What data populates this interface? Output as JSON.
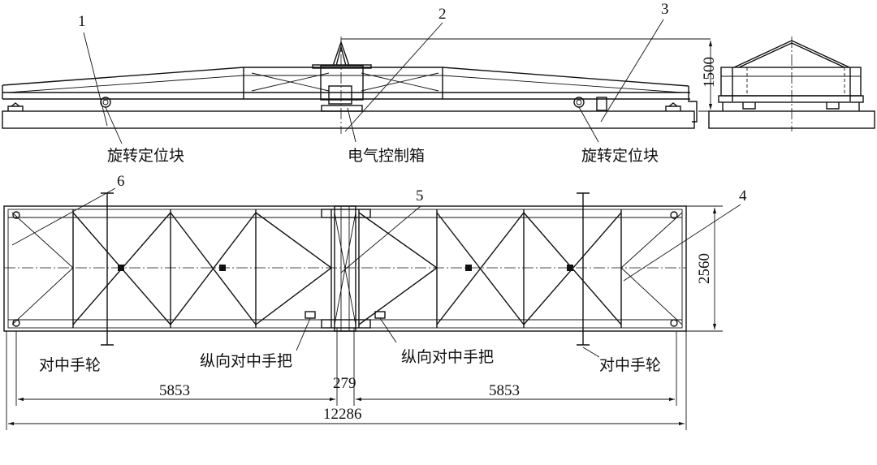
{
  "callouts": [
    "1",
    "2",
    "3",
    "4",
    "5",
    "6"
  ],
  "side_view_labels": {
    "rotating_block_left": "旋转定位块",
    "electrical_box": "电气控制箱",
    "rotating_block_right": "旋转定位块"
  },
  "plan_view_labels": {
    "centering_wheel_left": "对中手轮",
    "longitudinal_handle_left": "纵向对中手把",
    "longitudinal_handle_right": "纵向对中手把",
    "centering_wheel_right": "对中手轮"
  },
  "dimensions": {
    "height": "1500",
    "width": "2560",
    "left_span": "5853",
    "center_gap": "279",
    "right_span": "5853",
    "total_length": "12286"
  }
}
